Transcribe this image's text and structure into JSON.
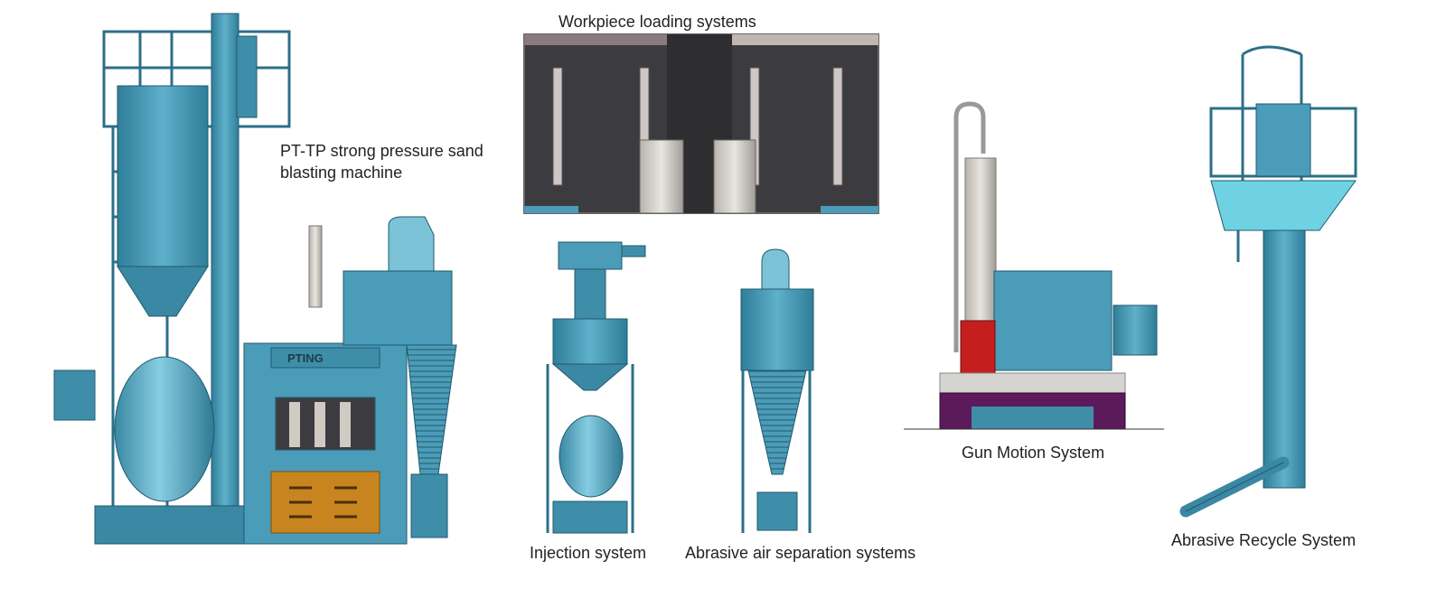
{
  "labels": {
    "main_machine": "PT-TP strong pressure sand blasting machine",
    "workpiece_loading": "Workpiece loading systems",
    "injection": "Injection system",
    "air_separation": "Abrasive air separation systems",
    "gun_motion": "Gun Motion System",
    "abrasive_recycle": "Abrasive Recycle System"
  },
  "machine_brand": "PTING",
  "colors": {
    "machine_blue": "#4b9cb8",
    "machine_dark": "#2c6f88",
    "machine_light": "#7cc3d8",
    "panel_orange": "#c8851f",
    "chamber_dark": "#3c3c40",
    "gun_red": "#c41e1e",
    "base_purple": "#5b1a5a"
  }
}
